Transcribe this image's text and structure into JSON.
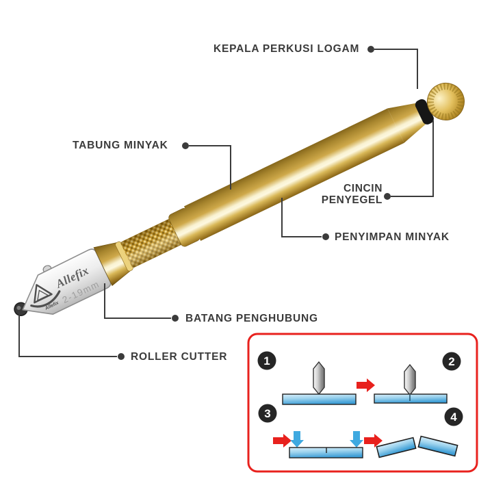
{
  "product": {
    "brand": "Allefix",
    "logo_text": "Allefix",
    "size_range": "2-19mm"
  },
  "labels": {
    "kepala": "KEPALA PERKUSI LOGAM",
    "tabung": "TABUNG MINYAK",
    "cincin": "CINCIN PENYEGEL",
    "penyimpan": "PENYIMPAN MINYAK",
    "batang": "BATANG PENGHUBUNG",
    "roller": "ROLLER CUTTER"
  },
  "instructions": {
    "steps": [
      {
        "number": "1"
      },
      {
        "number": "2"
      },
      {
        "number": "3"
      },
      {
        "number": "4"
      }
    ]
  },
  "colors": {
    "label_text": "#3b3b3b",
    "leader_line": "#3b3b3b",
    "accent_red": "#e8211d",
    "glass_blue": "#4aa0d4",
    "arrow_blue": "#3fa9e0",
    "brass_gold": "#cfa94a",
    "chrome_silver": "#d8d8d8"
  }
}
